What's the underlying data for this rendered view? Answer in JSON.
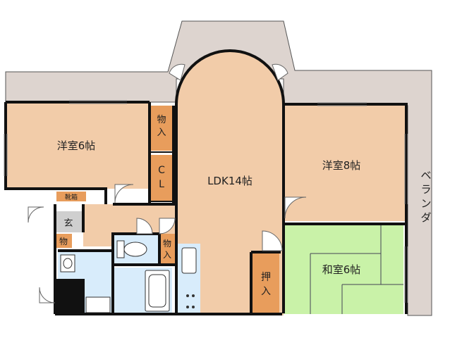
{
  "floorplan": {
    "rooms": {
      "western_6": "洋室6帖",
      "ldk": "LDK14帖",
      "western_8": "洋室8帖",
      "japanese_6": "和室6帖"
    },
    "storage": {
      "closet_top_a": "物",
      "closet_top_b": "入",
      "cl_a": "C",
      "cl_b": "L",
      "shoe_box": "靴箱",
      "entrance": "玄",
      "closet_small": "物",
      "closet_mid_a": "物",
      "closet_mid_b": "入",
      "oshiire_a": "押",
      "oshiire_b": "入"
    },
    "balcony": {
      "chars": [
        "ベ",
        "ラ",
        "ン",
        "ダ"
      ]
    },
    "colors": {
      "room_fill": "#f2cca9",
      "storage_fill": "#e89d5c",
      "wet_fill": "#d8ecfb",
      "tatami_fill": "#c9f2a8",
      "balcony_fill": "#ddd4cf",
      "wall": "#111111"
    }
  }
}
